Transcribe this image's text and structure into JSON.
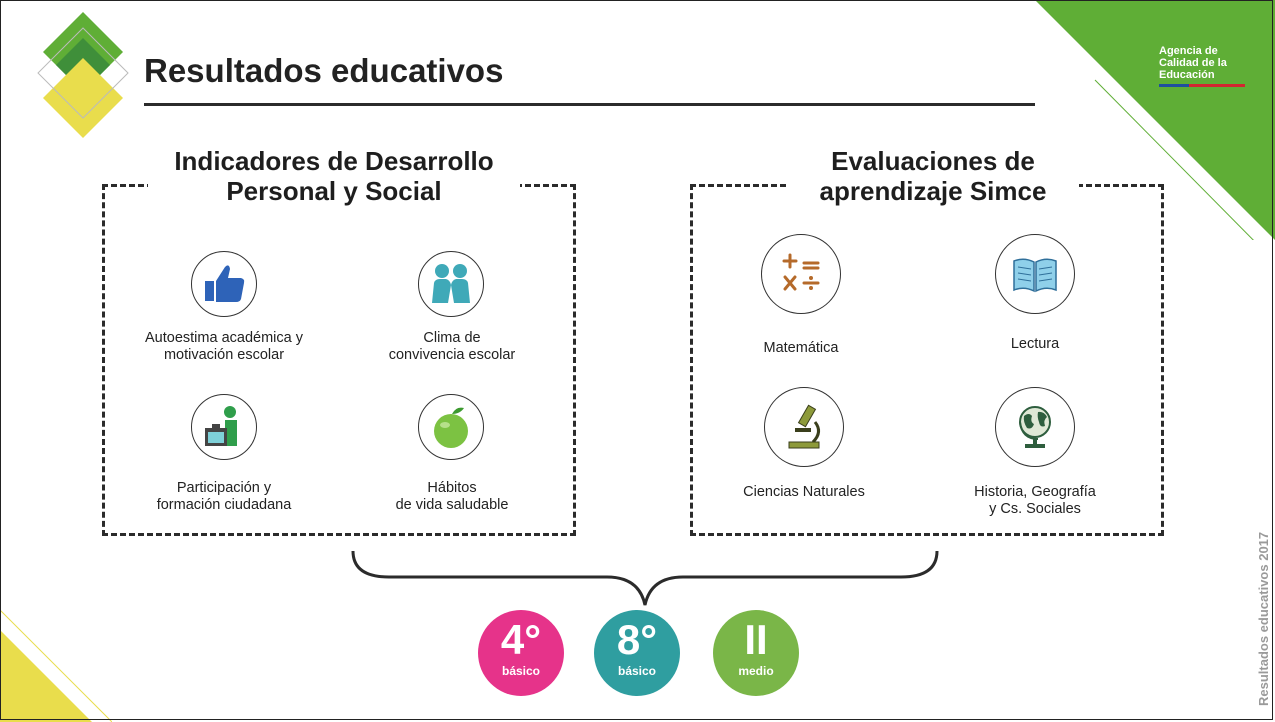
{
  "page": {
    "title": "Resultados educativos"
  },
  "brand": {
    "agency_line1": "Agencia de",
    "agency_line2": "Calidad de la",
    "agency_line3": "Educación",
    "side_text": "Resultados educativos 2017",
    "colors": {
      "green": "#5fae36",
      "yellow": "#e9dd4c",
      "pink": "#e6338a",
      "teal": "#2f9ea0",
      "light_green": "#7ab648"
    }
  },
  "left_section": {
    "title_line1": "Indicadores de Desarrollo",
    "title_line2": "Personal y Social",
    "items": [
      {
        "icon": "thumbs-up-icon",
        "line1": "Autoestima académica y",
        "line2": "motivación escolar"
      },
      {
        "icon": "two-people-icon",
        "line1": "Clima de",
        "line2": "convivencia escolar"
      },
      {
        "icon": "ballot-box-icon",
        "line1": "Participación y",
        "line2": "formación ciudadana"
      },
      {
        "icon": "apple-icon",
        "line1": "Hábitos",
        "line2": "de vida saludable"
      }
    ]
  },
  "right_section": {
    "title_line1": "Evaluaciones de",
    "title_line2": "aprendizaje Simce",
    "items": [
      {
        "icon": "math-operators-icon",
        "line1": "Matemática",
        "line2": ""
      },
      {
        "icon": "open-book-icon",
        "line1": "Lectura",
        "line2": ""
      },
      {
        "icon": "microscope-icon",
        "line1": "Ciencias Naturales",
        "line2": ""
      },
      {
        "icon": "globe-icon",
        "line1": "Historia, Geografía",
        "line2": "y Cs. Sociales"
      }
    ]
  },
  "levels": [
    {
      "big": "4°",
      "small": "básico",
      "color": "#e6338a"
    },
    {
      "big": "8°",
      "small": "básico",
      "color": "#2f9ea0"
    },
    {
      "big": "II",
      "small": "medio",
      "color": "#7ab648"
    }
  ]
}
